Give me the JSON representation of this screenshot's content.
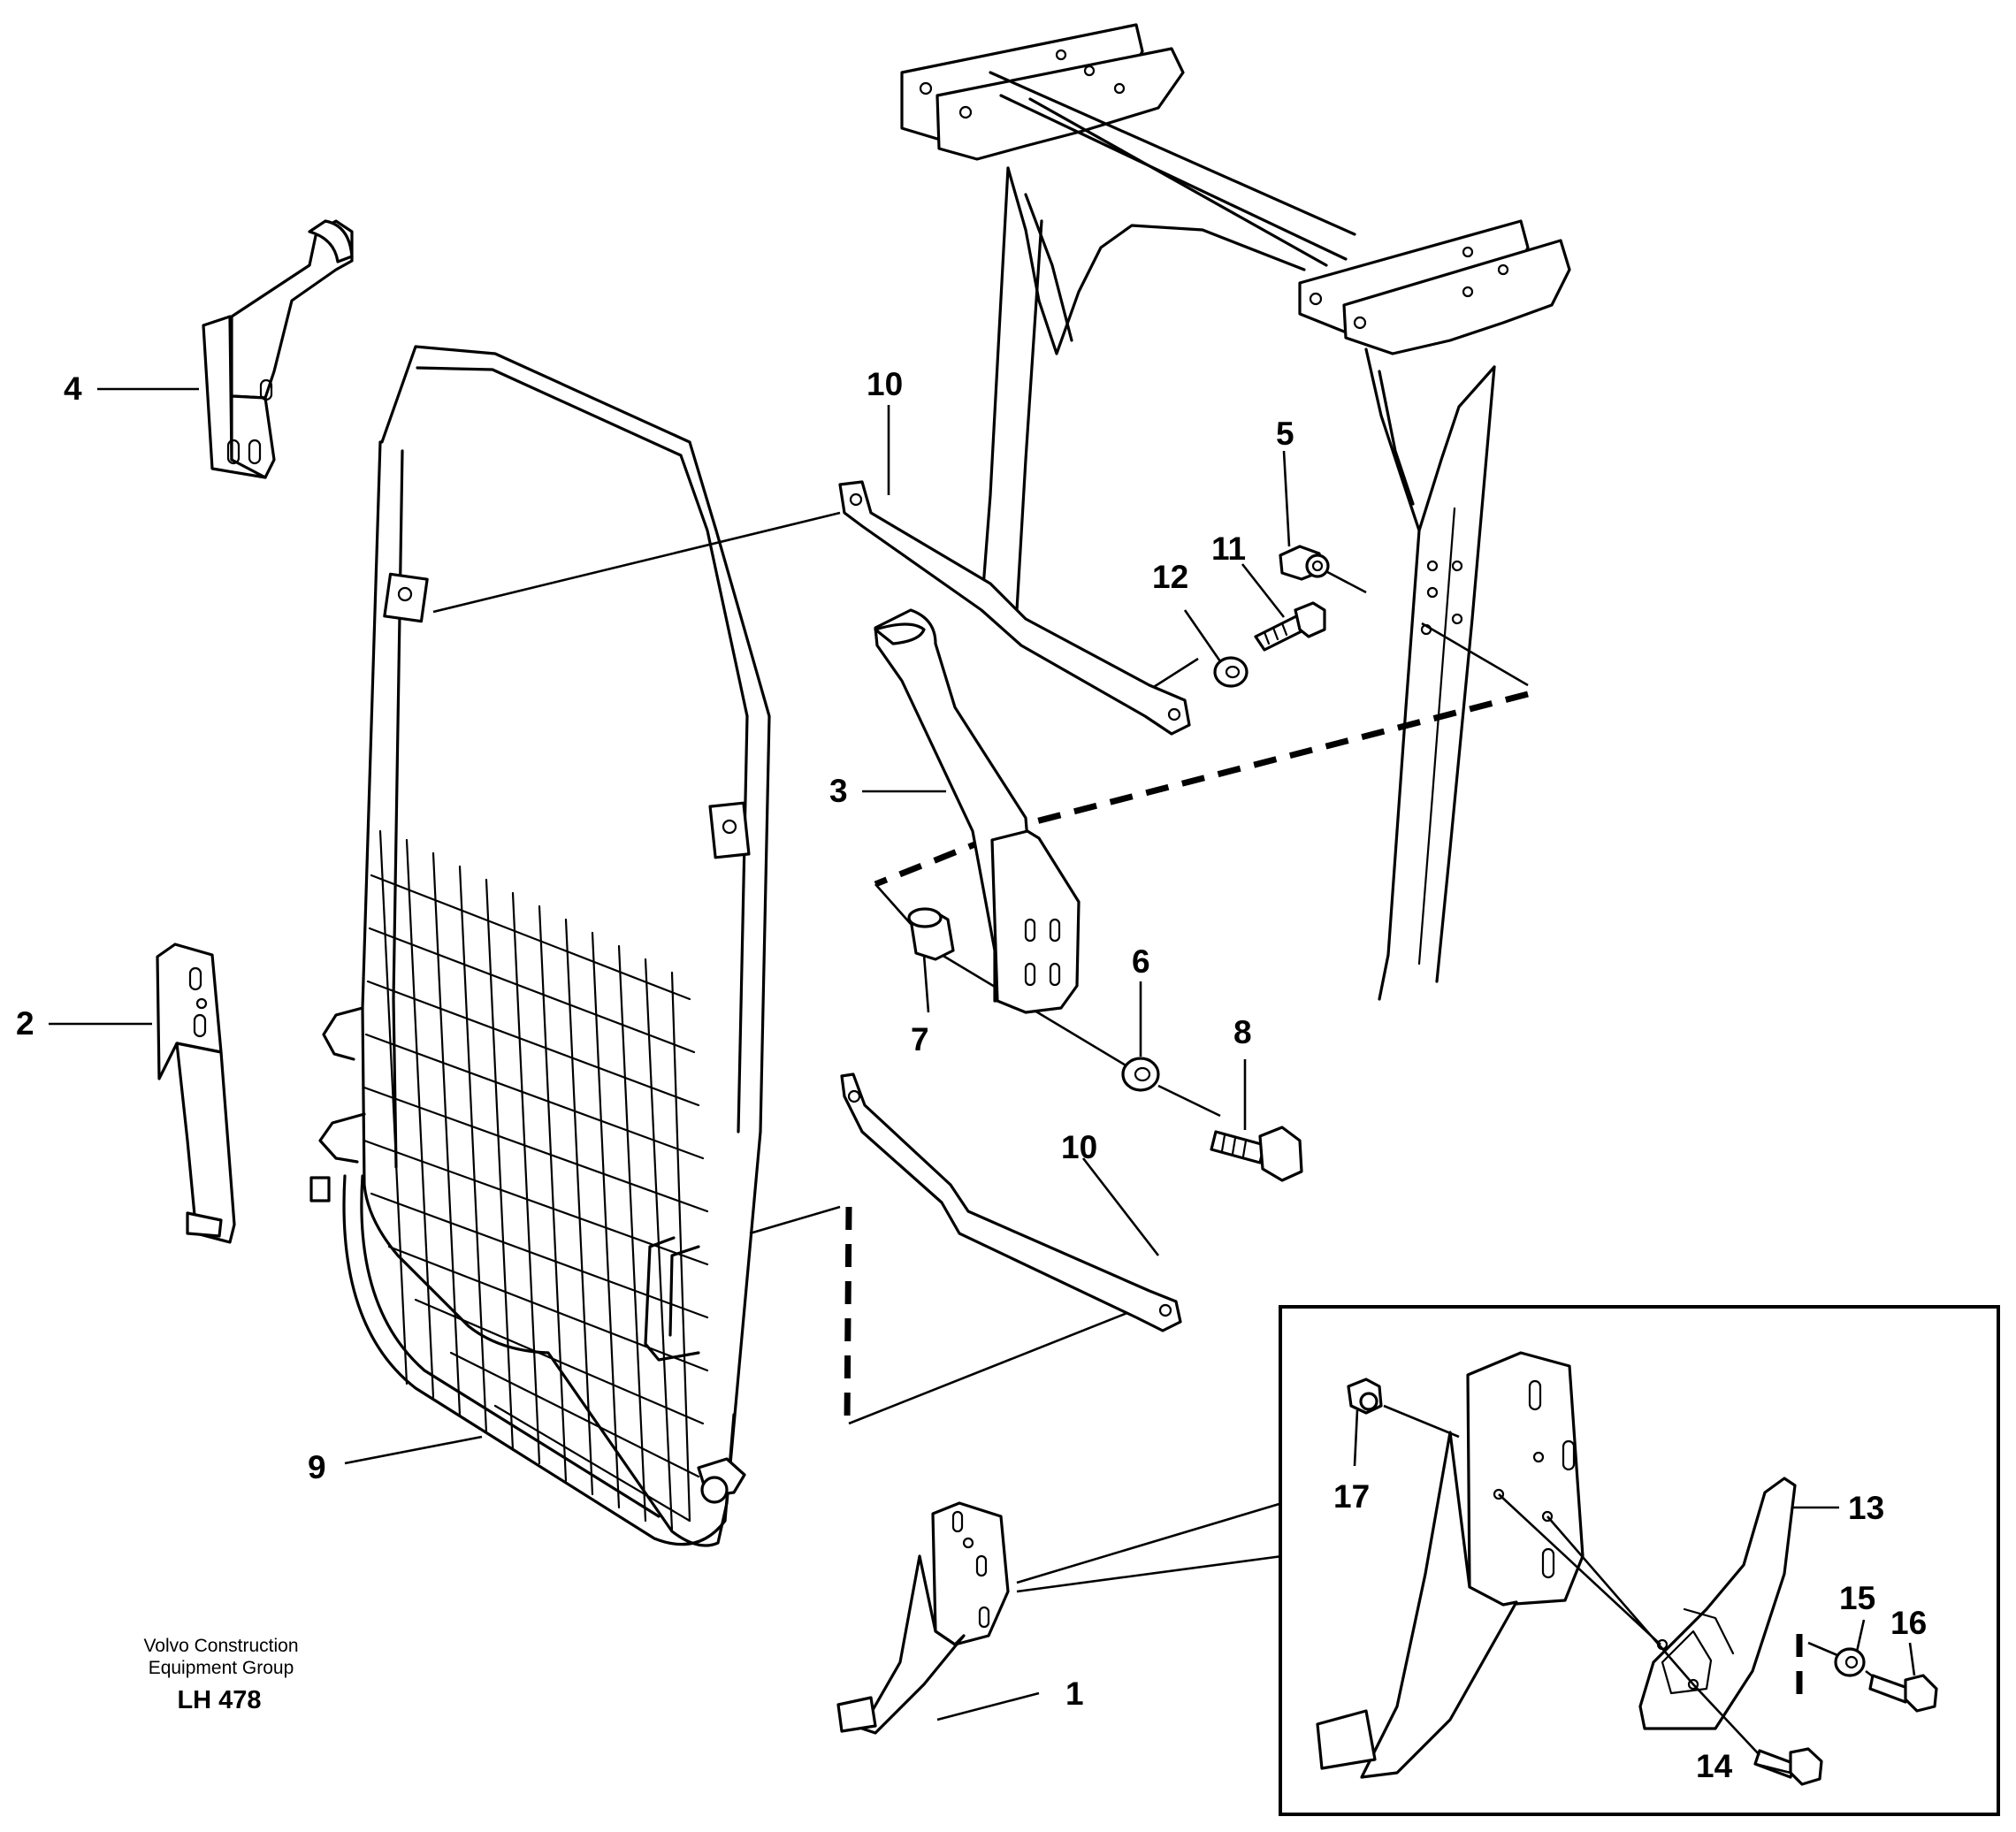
{
  "labels": {
    "p1": "1",
    "p2": "2",
    "p3": "3",
    "p4": "4",
    "p5": "5",
    "p6": "6",
    "p7": "7",
    "p8": "8",
    "p9": "9",
    "p10a": "10",
    "p10b": "10",
    "p11": "11",
    "p12": "12",
    "p13": "13",
    "p14": "14",
    "p15": "15",
    "p16": "16",
    "p17": "17"
  },
  "credit": {
    "line1": "Volvo Construction",
    "line2": "Equipment Group",
    "ref": "LH 478"
  }
}
